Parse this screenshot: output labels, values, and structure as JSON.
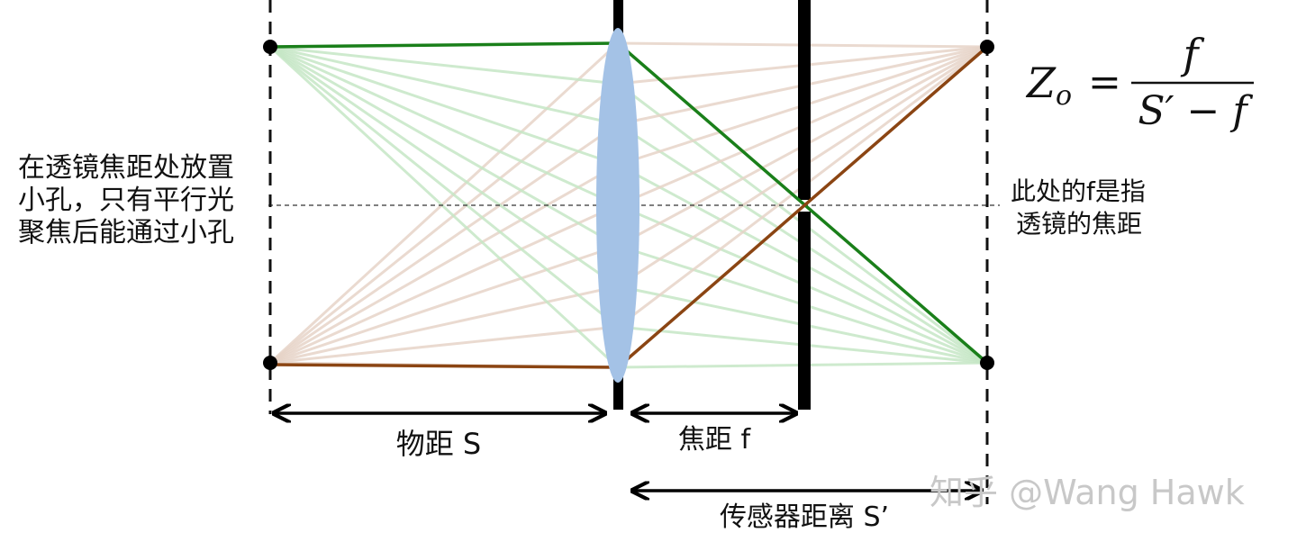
{
  "texts": {
    "left_note": [
      "在透镜焦距处放置",
      "小孔，只有平行光",
      "聚焦后能通过小孔"
    ],
    "right_note": [
      "此处的f是指",
      "透镜的焦距"
    ],
    "object_distance": "物距 S",
    "focal_length": "焦距 f",
    "sensor_distance": "传感器距离 S’",
    "watermark": "知乎 @Wang Hawk"
  },
  "formula": {
    "lhs_var": "Z",
    "lhs_sub": "o",
    "equals": "=",
    "numerator": "f",
    "denominator": "S′ − f"
  },
  "colors": {
    "green_ray": "#1a7f1a",
    "brown_ray": "#8b4513",
    "lens": "#a4c2e6",
    "faint_green": "#c6e6c6",
    "faint_brown": "#e6d3c8"
  }
}
